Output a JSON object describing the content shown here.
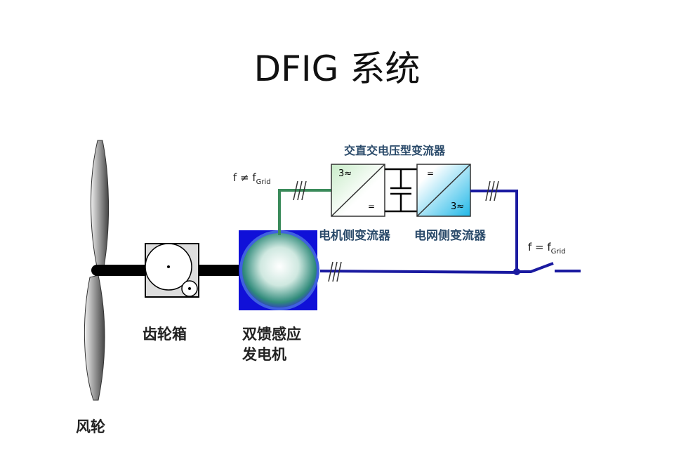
{
  "title": "DFIG 系统",
  "labels": {
    "rotor": "风轮",
    "gearbox": "齿轮箱",
    "generator_line1": "双馈感应",
    "generator_line2": "发电机",
    "converter_title": "交直交电压型变流器",
    "machine_side": "电机侧变流器",
    "grid_side": "电网侧变流器"
  },
  "frequency": {
    "rotor_side": {
      "base": "f ≠ f",
      "sub": "Grid"
    },
    "grid": {
      "base": "f = f",
      "sub": "Grid"
    }
  },
  "converter_symbols": {
    "msc_ac": "3≈",
    "msc_dc": "=",
    "gsc_dc": "=",
    "gsc_ac": "3≈"
  },
  "colors": {
    "green_line": "#3a8a5a",
    "blue_line": "#1a1aa0",
    "generator_box": "#1010d8"
  }
}
